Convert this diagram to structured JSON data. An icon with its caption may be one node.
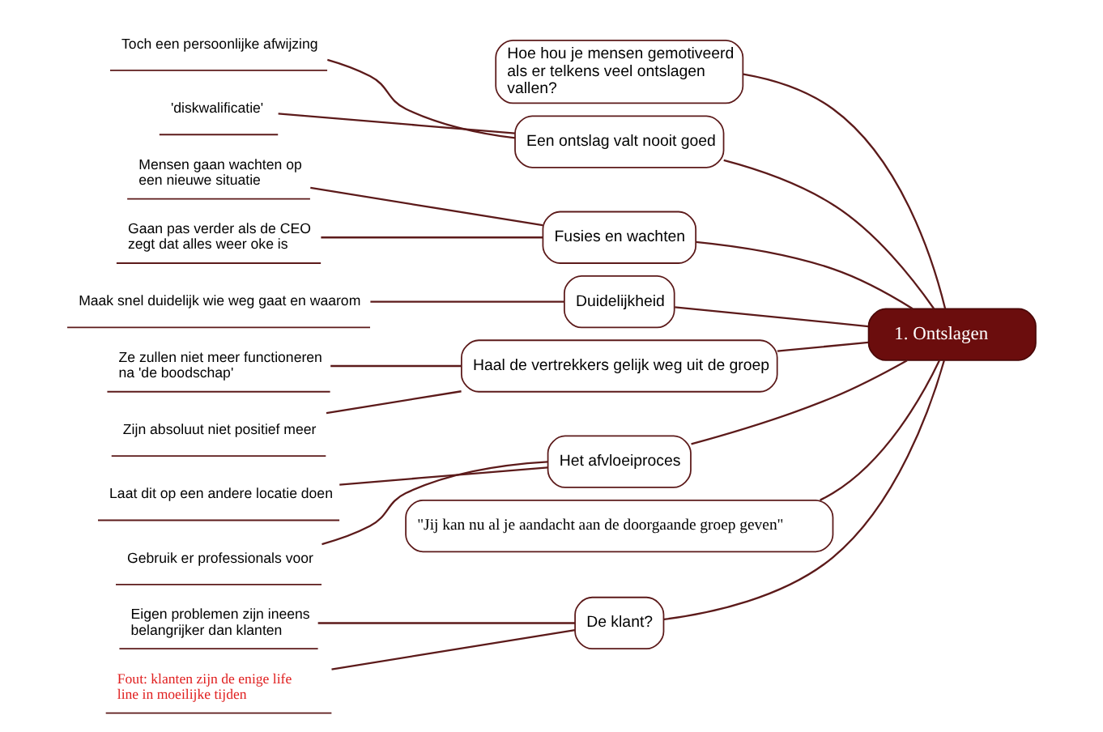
{
  "diagram": {
    "nodes": [
      {
        "text": [
          "1. Ontslagen"
        ]
      },
      {
        "text": [
          "Hoe hou je mensen gemotiveerd als er telkens veel ontslagen vallen?"
        ]
      },
      {
        "text": [
          "Een ontslag valt nooit goed"
        ]
      },
      {
        "text": [
          "Toch een persoonlijke afwijzing"
        ]
      },
      {
        "text": [
          "'diskwalificatie'"
        ]
      },
      {
        "text": [
          "Fusies en wachten"
        ]
      },
      {
        "text": [
          "Mensen gaan wachten op een nieuwe situatie"
        ]
      },
      {
        "text": [
          "Gaan pas verder als de CEO zegt dat alles weer oke is"
        ]
      },
      {
        "text": [
          "Duidelijkheid"
        ]
      },
      {
        "text": [
          "Maak snel duidelijk wie weg gaat en waarom"
        ]
      },
      {
        "text": [
          "Haal de vertrekkers gelijk weg uit de groep"
        ]
      },
      {
        "text": [
          "Ze zullen niet meer functioneren na 'de boodschap'"
        ]
      },
      {
        "text": [
          "Zijn absoluut niet positief meer"
        ]
      },
      {
        "text": [
          "Het afvloeiproces"
        ]
      },
      {
        "text": [
          "Laat dit op een andere locatie doen"
        ]
      },
      {
        "text": [
          "Gebruik er professionals voor"
        ]
      },
      {
        "text": [
          "\"Jij kan nu al je aandacht aan de doorgaande groep geven\""
        ]
      },
      {
        "text": [
          "De klant?"
        ]
      },
      {
        "text": [
          "Eigen problemen zijn ineens belangrijker dan klanten"
        ]
      },
      {
        "text": [
          "Fout: klanten zijn de enige life line in moeilijke tijden"
        ]
      }
    ],
    "edges": [
      {
        "from": 0,
        "to": 1,
        "arrow": "none"
      },
      {
        "from": 0,
        "to": 2,
        "arrow": "none"
      },
      {
        "from": 2,
        "to": 3,
        "arrow": "none"
      },
      {
        "from": 2,
        "to": 4,
        "arrow": "none"
      },
      {
        "from": 0,
        "to": 5,
        "arrow": "none"
      },
      {
        "from": 5,
        "to": 6,
        "arrow": "none"
      },
      {
        "from": 5,
        "to": 7,
        "arrow": "none"
      },
      {
        "from": 0,
        "to": 8,
        "arrow": "none"
      },
      {
        "from": 8,
        "to": 9,
        "arrow": "none"
      },
      {
        "from": 0,
        "to": 10,
        "arrow": "none"
      },
      {
        "from": 10,
        "to": 11,
        "arrow": "none"
      },
      {
        "from": 10,
        "to": 12,
        "arrow": "none"
      },
      {
        "from": 0,
        "to": 13,
        "arrow": "none"
      },
      {
        "from": 13,
        "to": 14,
        "arrow": "none"
      },
      {
        "from": 13,
        "to": 15,
        "arrow": "none"
      },
      {
        "from": 0,
        "to": 16,
        "arrow": "none"
      },
      {
        "from": 0,
        "to": 17,
        "arrow": "none"
      },
      {
        "from": 17,
        "to": 18,
        "arrow": "none"
      },
      {
        "from": 17,
        "to": 19,
        "arrow": "none"
      }
    ]
  }
}
